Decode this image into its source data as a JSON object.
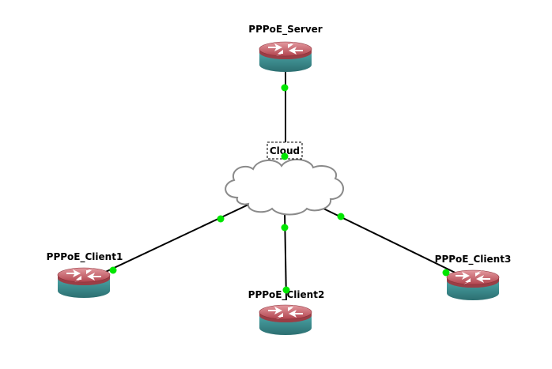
{
  "diagram": {
    "nodes": [
      {
        "id": "server",
        "label": "PPPoE_Server",
        "type": "router-icon"
      },
      {
        "id": "cloud",
        "label": "Cloud",
        "type": "cloud-icon"
      },
      {
        "id": "client1",
        "label": "PPPoE_Client1",
        "type": "router-icon"
      },
      {
        "id": "client2",
        "label": "PPPoE_Client2",
        "type": "router-icon"
      },
      {
        "id": "client3",
        "label": "PPPoE_Client3",
        "type": "router-icon"
      }
    ],
    "links": [
      {
        "from": "server",
        "to": "cloud"
      },
      {
        "from": "cloud",
        "to": "client1"
      },
      {
        "from": "cloud",
        "to": "client2"
      },
      {
        "from": "cloud",
        "to": "client3"
      }
    ],
    "colors": {
      "router_top": "#c1565f",
      "router_side": "#3c8f91",
      "link": "#000000",
      "port_up": "#00e600",
      "cloud_fill": "#ffffff",
      "cloud_stroke": "#8a8a8a"
    }
  }
}
